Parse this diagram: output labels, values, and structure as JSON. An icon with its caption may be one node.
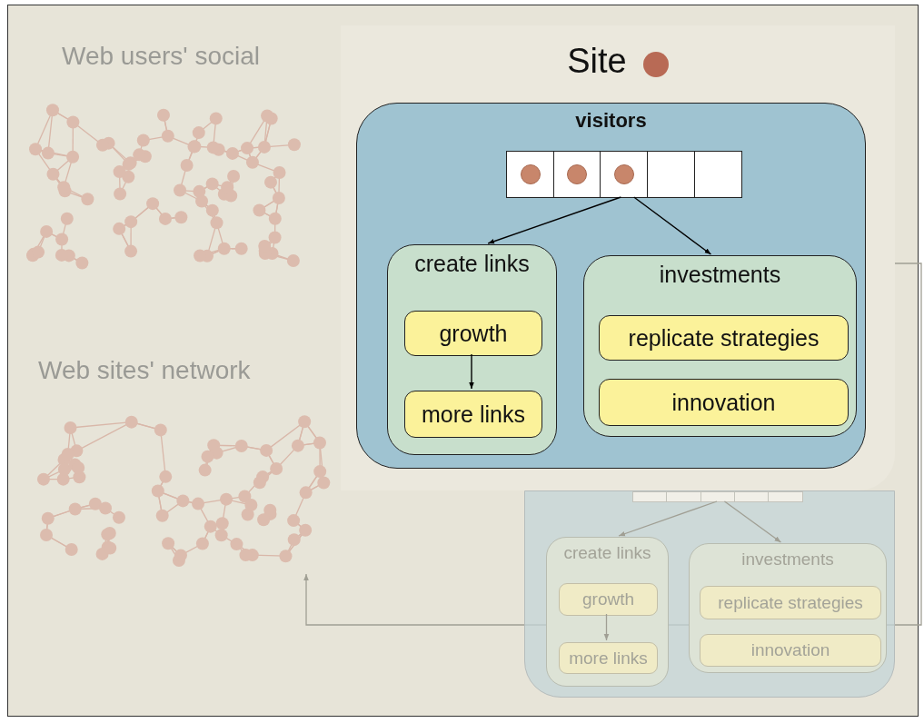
{
  "diagram": {
    "nodes": [
      {
        "text": [
          "Web sites' network"
        ]
      },
      {
        "text": [
          "Site"
        ]
      },
      {
        "text": [
          "visitors"
        ],
        "in": 1
      },
      {
        "text": [],
        "shape": "bar",
        "in": 2
      },
      {
        "text": [
          "create links"
        ],
        "in": 2
      },
      {
        "text": [
          "growth"
        ],
        "in": 4
      },
      {
        "text": [
          "more links"
        ],
        "in": 4
      },
      {
        "text": [
          "investments"
        ],
        "in": 2
      },
      {
        "text": [
          "replicate strategies"
        ],
        "in": 7
      },
      {
        "text": [
          "innovation"
        ],
        "in": 7
      },
      {
        "text": [],
        "shape": "box"
      },
      {
        "text": [],
        "shape": "bar",
        "in": 10
      },
      {
        "text": [
          "create links"
        ],
        "in": 10
      },
      {
        "text": [
          "growth"
        ],
        "in": 12
      },
      {
        "text": [
          "more links"
        ],
        "in": 12
      },
      {
        "text": [
          "investments"
        ],
        "in": 10
      },
      {
        "text": [
          "replicate strategies"
        ],
        "in": 15
      },
      {
        "text": [
          "innovation"
        ],
        "in": 15
      }
    ],
    "edges": [
      {
        "from": 3,
        "to": 4,
        "arrow": "to",
        "color": "#000000"
      },
      {
        "from": 3,
        "to": 7,
        "arrow": "to",
        "color": "#000000"
      },
      {
        "from": 5,
        "to": 6,
        "arrow": "to",
        "color": "#000000"
      },
      {
        "from": 11,
        "to": 12,
        "arrow": "to"
      },
      {
        "from": 11,
        "to": 15,
        "arrow": "to"
      },
      {
        "from": 13,
        "to": 14,
        "arrow": "to"
      },
      {
        "from": 1,
        "to": 0,
        "arrow": "to"
      }
    ],
    "labels": [
      "Web users' social"
    ]
  }
}
